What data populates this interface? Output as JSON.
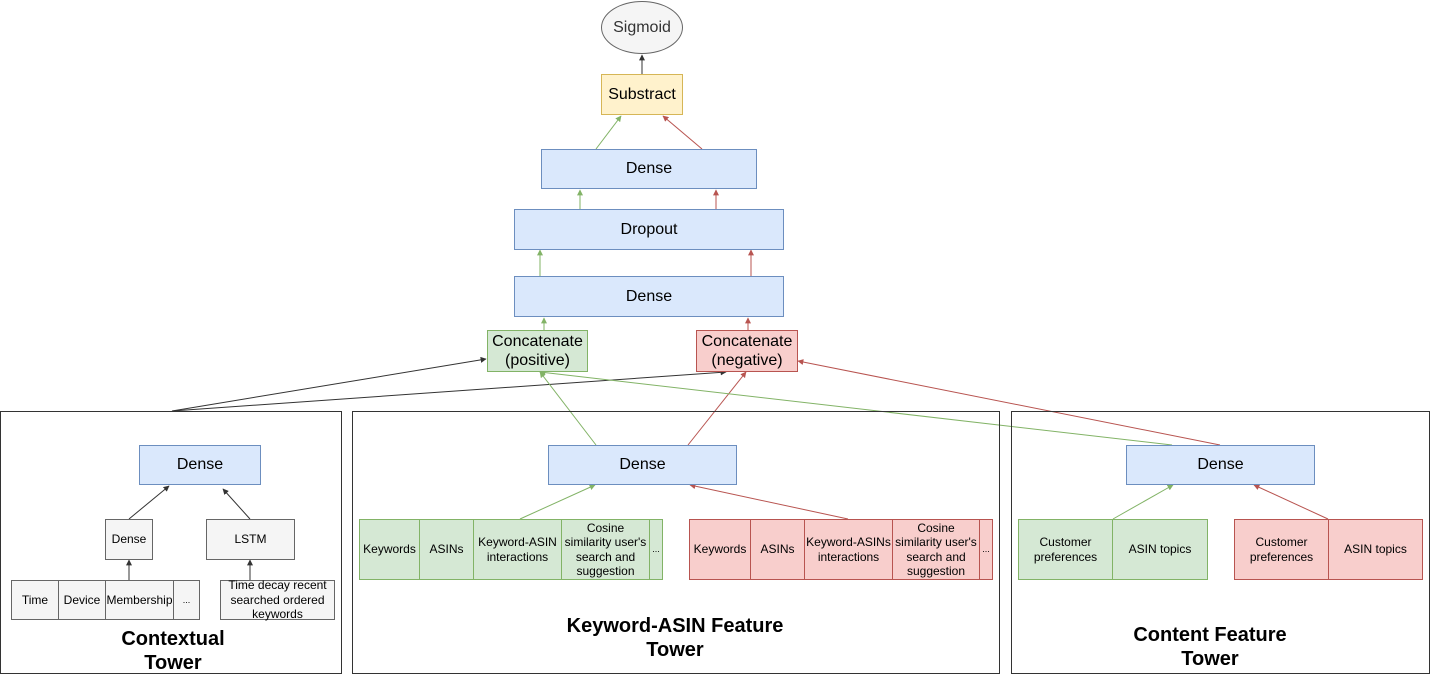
{
  "colors": {
    "positive": "#82b366",
    "negative": "#b85450",
    "neutral": "#333333",
    "layer_fill": "#dae8fc",
    "positive_fill": "#d5e8d4",
    "negative_fill": "#f8cecc",
    "output_fill": "#fff2cc"
  },
  "head": {
    "sigmoid": "Sigmoid",
    "subtract": "Substract",
    "dense_top": "Dense",
    "dropout": "Dropout",
    "dense_mid": "Dense",
    "concat_positive": "Concatenate (positive)",
    "concat_negative": "Concatenate (negative)"
  },
  "contextual_tower": {
    "title": "Contextual Tower",
    "dense": "Dense",
    "inner_dense": "Dense",
    "lstm": "LSTM",
    "features": [
      "Time",
      "Device",
      "Membership",
      "..."
    ],
    "sequence_feature": "Time decay recent searched ordered keywords"
  },
  "keyword_asin_tower": {
    "title": "Keyword-ASIN Feature Tower",
    "dense": "Dense",
    "positive_features": [
      "Keywords",
      "ASINs",
      "Keyword-ASIN interactions",
      "Cosine similarity user's search and suggestion",
      "..."
    ],
    "negative_features": [
      "Keywords",
      "ASINs",
      "Keyword-ASINs interactions",
      "Cosine similarity user's search and suggestion",
      "..."
    ]
  },
  "content_tower": {
    "title": "Content Feature Tower",
    "dense": "Dense",
    "positive_features": [
      "Customer preferences",
      "ASIN topics"
    ],
    "negative_features": [
      "Customer preferences",
      "ASIN topics"
    ]
  }
}
